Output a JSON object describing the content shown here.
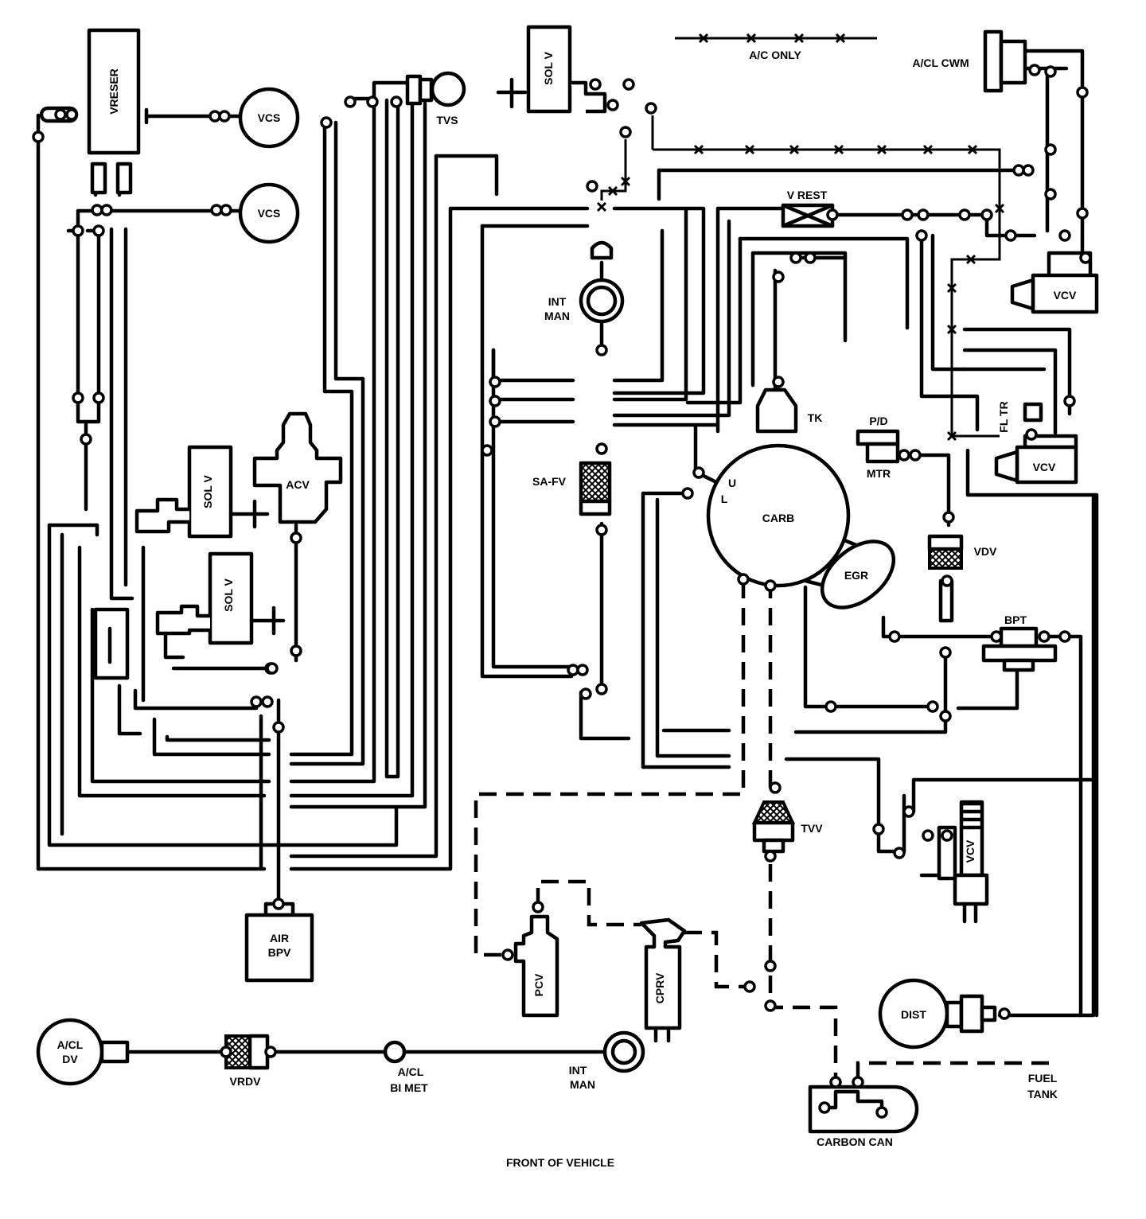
{
  "labels": {
    "vreser": "VRESER",
    "vcs_top": "VCS",
    "vcs_mid": "VCS",
    "tvs": "TVS",
    "sol_v_top": "SOL V",
    "ac_only": "A/C ONLY",
    "acl_cwm": "A/CL CWM",
    "v_rest": "V REST",
    "vcv_upper": "VCV",
    "int": "INT",
    "man": "MAN",
    "tk": "TK",
    "pd": "P/D",
    "mtr": "MTR",
    "fl_tr": "FL TR",
    "vcv_mid": "VCV",
    "sol_v_left": "SOL V",
    "acv": "ACV",
    "sa_fv": "SA-FV",
    "carb": "CARB",
    "u": "U",
    "l": "L",
    "vdv": "VDV",
    "egr": "EGR",
    "bpt": "BPT",
    "sol_v_lower": "SOL V",
    "tvv": "TVV",
    "vcv_lower": "VCV",
    "air": "AIR",
    "bpv": "BPV",
    "pcv": "PCV",
    "cprv": "CPRV",
    "dist": "DIST",
    "acl": "A/CL",
    "dv": "DV",
    "vrdv": "VRDV",
    "acl2": "A/CL",
    "bi_met": "BI MET",
    "int2": "INT",
    "man2": "MAN",
    "fuel": "FUEL",
    "tank": "TANK",
    "carbon_can": "CARBON CAN",
    "front_of_vehicle": "FRONT OF VEHICLE"
  }
}
